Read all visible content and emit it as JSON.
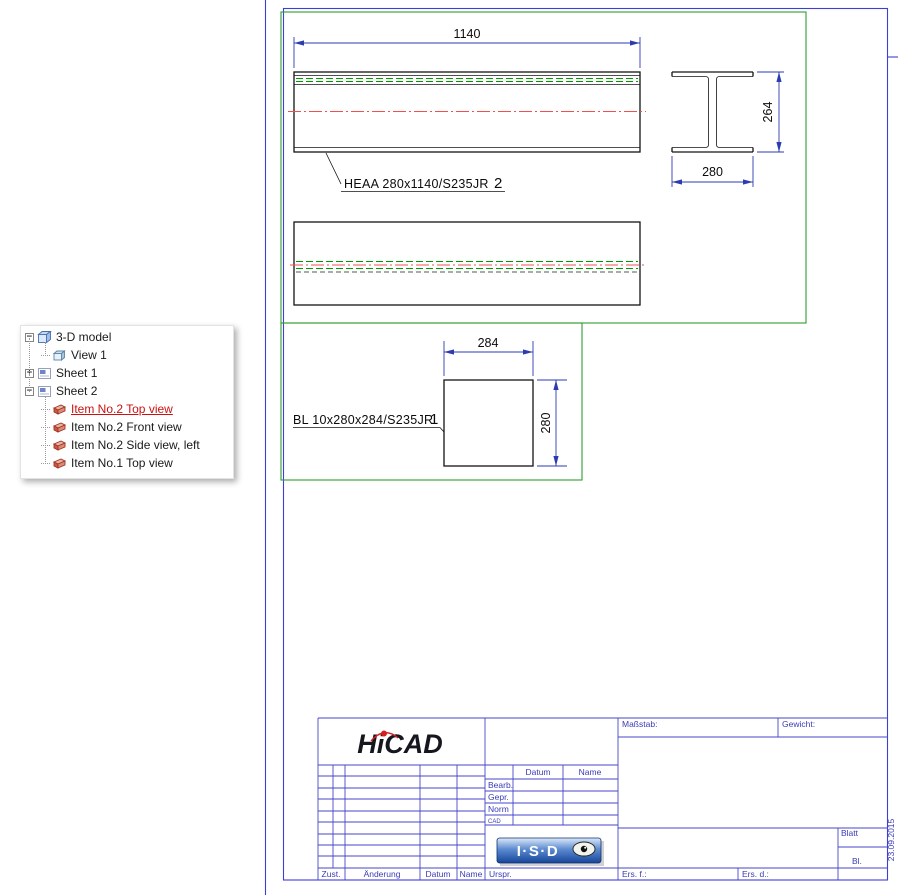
{
  "colors": {
    "frame": "#3d3dd8",
    "titleline": "#4646c8",
    "titletext": "#3a3ab8",
    "viewport": "#2f9e2f",
    "hidden": "#009900",
    "centerline": "#f05050",
    "dim": "#2b3bb0",
    "edge": "#141414",
    "selected": "#cc1111"
  },
  "tree": {
    "items": [
      {
        "label": "3-D model"
      },
      {
        "label": "View 1"
      },
      {
        "label": "Sheet 1"
      },
      {
        "label": "Sheet 2"
      },
      {
        "label": "Item No.2 Top view"
      },
      {
        "label": "Item No.2 Front view"
      },
      {
        "label": "Item No.2 Side view, left"
      },
      {
        "label": "Item No.1 Top view"
      }
    ]
  },
  "views": {
    "beam": {
      "dim_length": "1140",
      "dim_height": "264",
      "dim_width": "280",
      "label": "HEAA 280x1140/S235JR",
      "item_no": "2"
    },
    "plate": {
      "dim_width": "284",
      "dim_height": "280",
      "label": "BL 10x280x284/S235JR",
      "item_no": "1"
    }
  },
  "title_block": {
    "logo_text": "HiCAD",
    "masstab": "Maßstab:",
    "gewicht": "Gewicht:",
    "datum": "Datum",
    "name": "Name",
    "bearb": "Bearb.",
    "gepr": "Gepr.",
    "norm": "Norm",
    "cad": "CAD",
    "zust": "Zust.",
    "aenderung": "Änderung",
    "datum_bottom": "Datum",
    "name_bottom": "Name",
    "urspr": "Urspr.",
    "ers_f": "Ers. f.:",
    "ers_d": "Ers. d.:",
    "blatt": "Blatt",
    "bl": "Bl.",
    "isd": "I·S·D"
  },
  "margin": {
    "date": "23.09.2015"
  }
}
